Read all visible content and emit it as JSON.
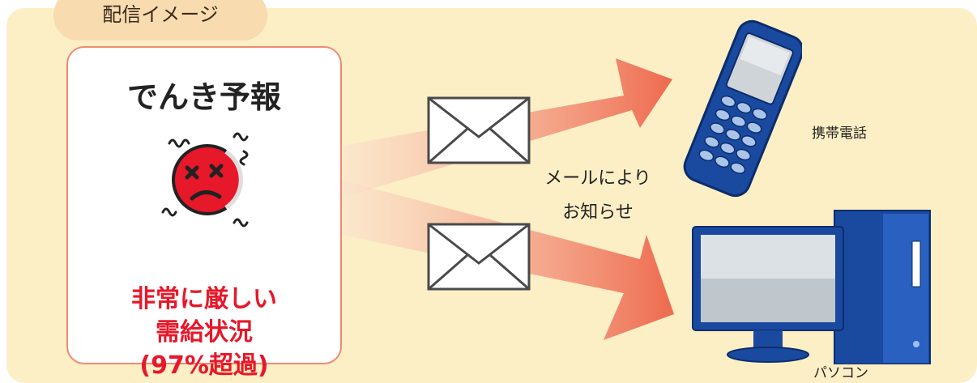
{
  "tab": {
    "label": "配信イメージ"
  },
  "card": {
    "title": "でんき予報",
    "status_lines": [
      "非常に厳しい",
      "需給状況",
      "(97%超過)"
    ],
    "face_icon": "stressed-face-icon"
  },
  "notice": {
    "lines": [
      "メールにより",
      "お知らせ"
    ]
  },
  "devices": {
    "phone": {
      "label": "携帯電話",
      "icon": "mobile-phone-icon"
    },
    "pc": {
      "label": "パソコン",
      "icon": "desktop-computer-icon"
    }
  },
  "colors": {
    "panel": "#fcefc6",
    "tab": "#f8dcb0",
    "card_border": "#ef8a72",
    "status_text": "#e6182a",
    "arrow": "#ee6a4e",
    "face": "#e6182a",
    "device_blue": "#1a4aa0"
  }
}
